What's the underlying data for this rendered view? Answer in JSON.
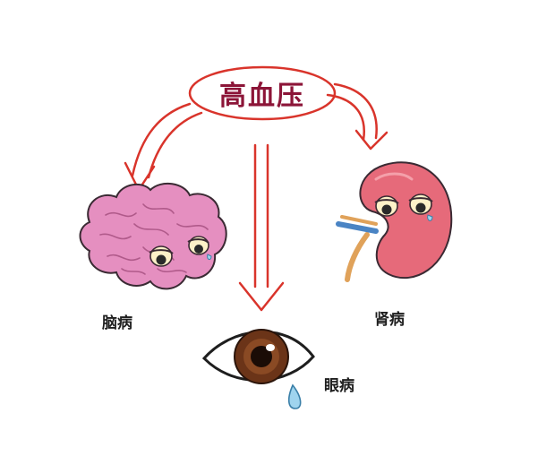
{
  "center": {
    "label": "高血压"
  },
  "organs": {
    "brain": {
      "label": "脑病"
    },
    "kidney": {
      "label": "肾病"
    },
    "eye": {
      "label": "眼病"
    }
  },
  "colors": {
    "arrow": "#d9342b",
    "title_text": "#8c1538",
    "brain": "#e58fc0",
    "kidney": "#e66a7a",
    "iris": "#6b3418"
  }
}
